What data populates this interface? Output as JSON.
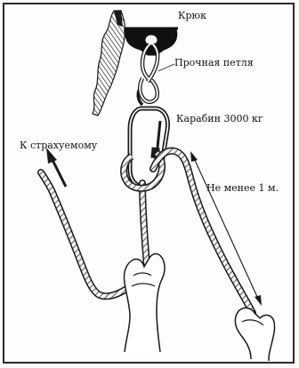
{
  "labels": {
    "hook": "Крюк",
    "strong_loop": "Прочная петля",
    "carabiner": "Карабин 3000 кг",
    "to_belayer": "К страхуемому",
    "min_distance": "Не менее 1 м."
  },
  "colors": {
    "ink": "#1a1a1a",
    "background": "#fdfdfd"
  },
  "icons": {
    "rock_face": "rock-face-icon",
    "hook": "piton-hook-icon",
    "loop": "sling-loop-icon",
    "carabiner": "carabiner-icon",
    "rope": "rope-icon",
    "hand": "hand-icon",
    "arrow": "direction-arrow-icon"
  }
}
